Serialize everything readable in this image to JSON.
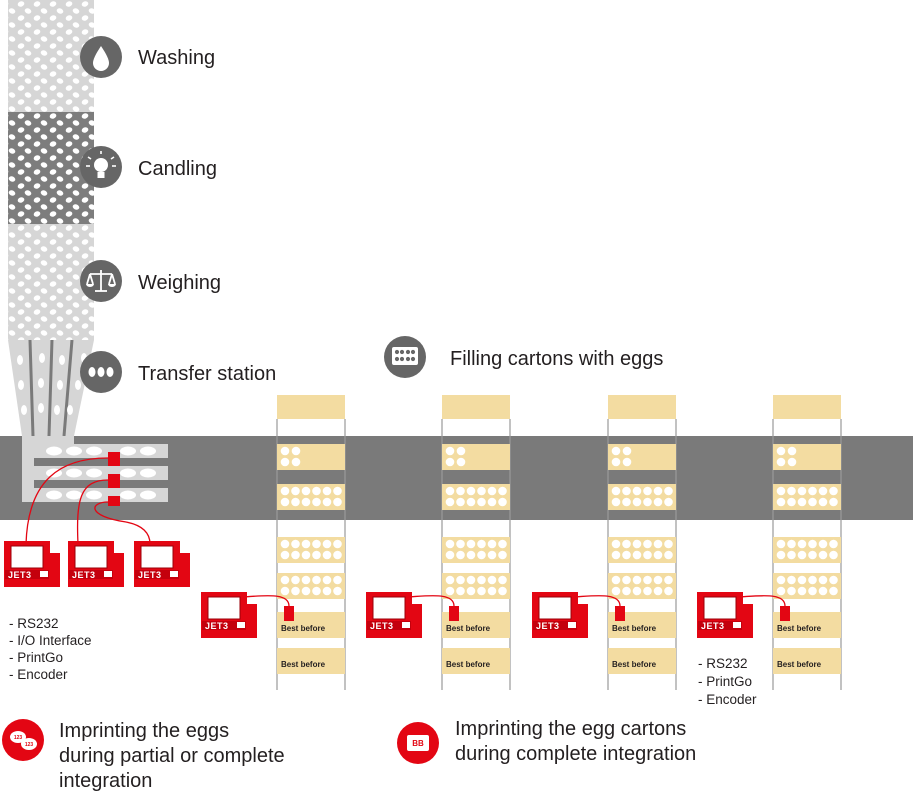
{
  "stages": [
    {
      "label": "Washing",
      "icon": "water-drop-icon"
    },
    {
      "label": "Candling",
      "icon": "light-bulb-icon"
    },
    {
      "label": "Weighing",
      "icon": "scale-icon"
    },
    {
      "label": "Transfer station",
      "icon": "three-eggs-icon"
    }
  ],
  "filling": {
    "label": "Filling cartons with eggs",
    "icon": "egg-carton-icon"
  },
  "printer": {
    "brand": "JET3"
  },
  "egg_interfaces": [
    "- RS232",
    "- I/O Interface",
    "- PrintGo",
    "- Encoder"
  ],
  "carton_interfaces": [
    "- RS232",
    "- PrintGo",
    "- Encoder"
  ],
  "carton_label": "Best before",
  "legend": {
    "eggs": {
      "lines": [
        "Imprinting the eggs",
        "during partial or complete",
        "integration"
      ],
      "icon": "egg-imprint-icon",
      "icon_text": "123"
    },
    "cartons": {
      "lines": [
        "Imprinting the egg cartons",
        "during complete integration"
      ],
      "icon": "carton-imprint-icon",
      "icon_text": "BB"
    }
  },
  "colors": {
    "red": "#e30613",
    "belt": "#7a7a7a",
    "light_gray": "#d9d9d9",
    "carton": "#f3dca1",
    "icon_gray": "#666666"
  }
}
